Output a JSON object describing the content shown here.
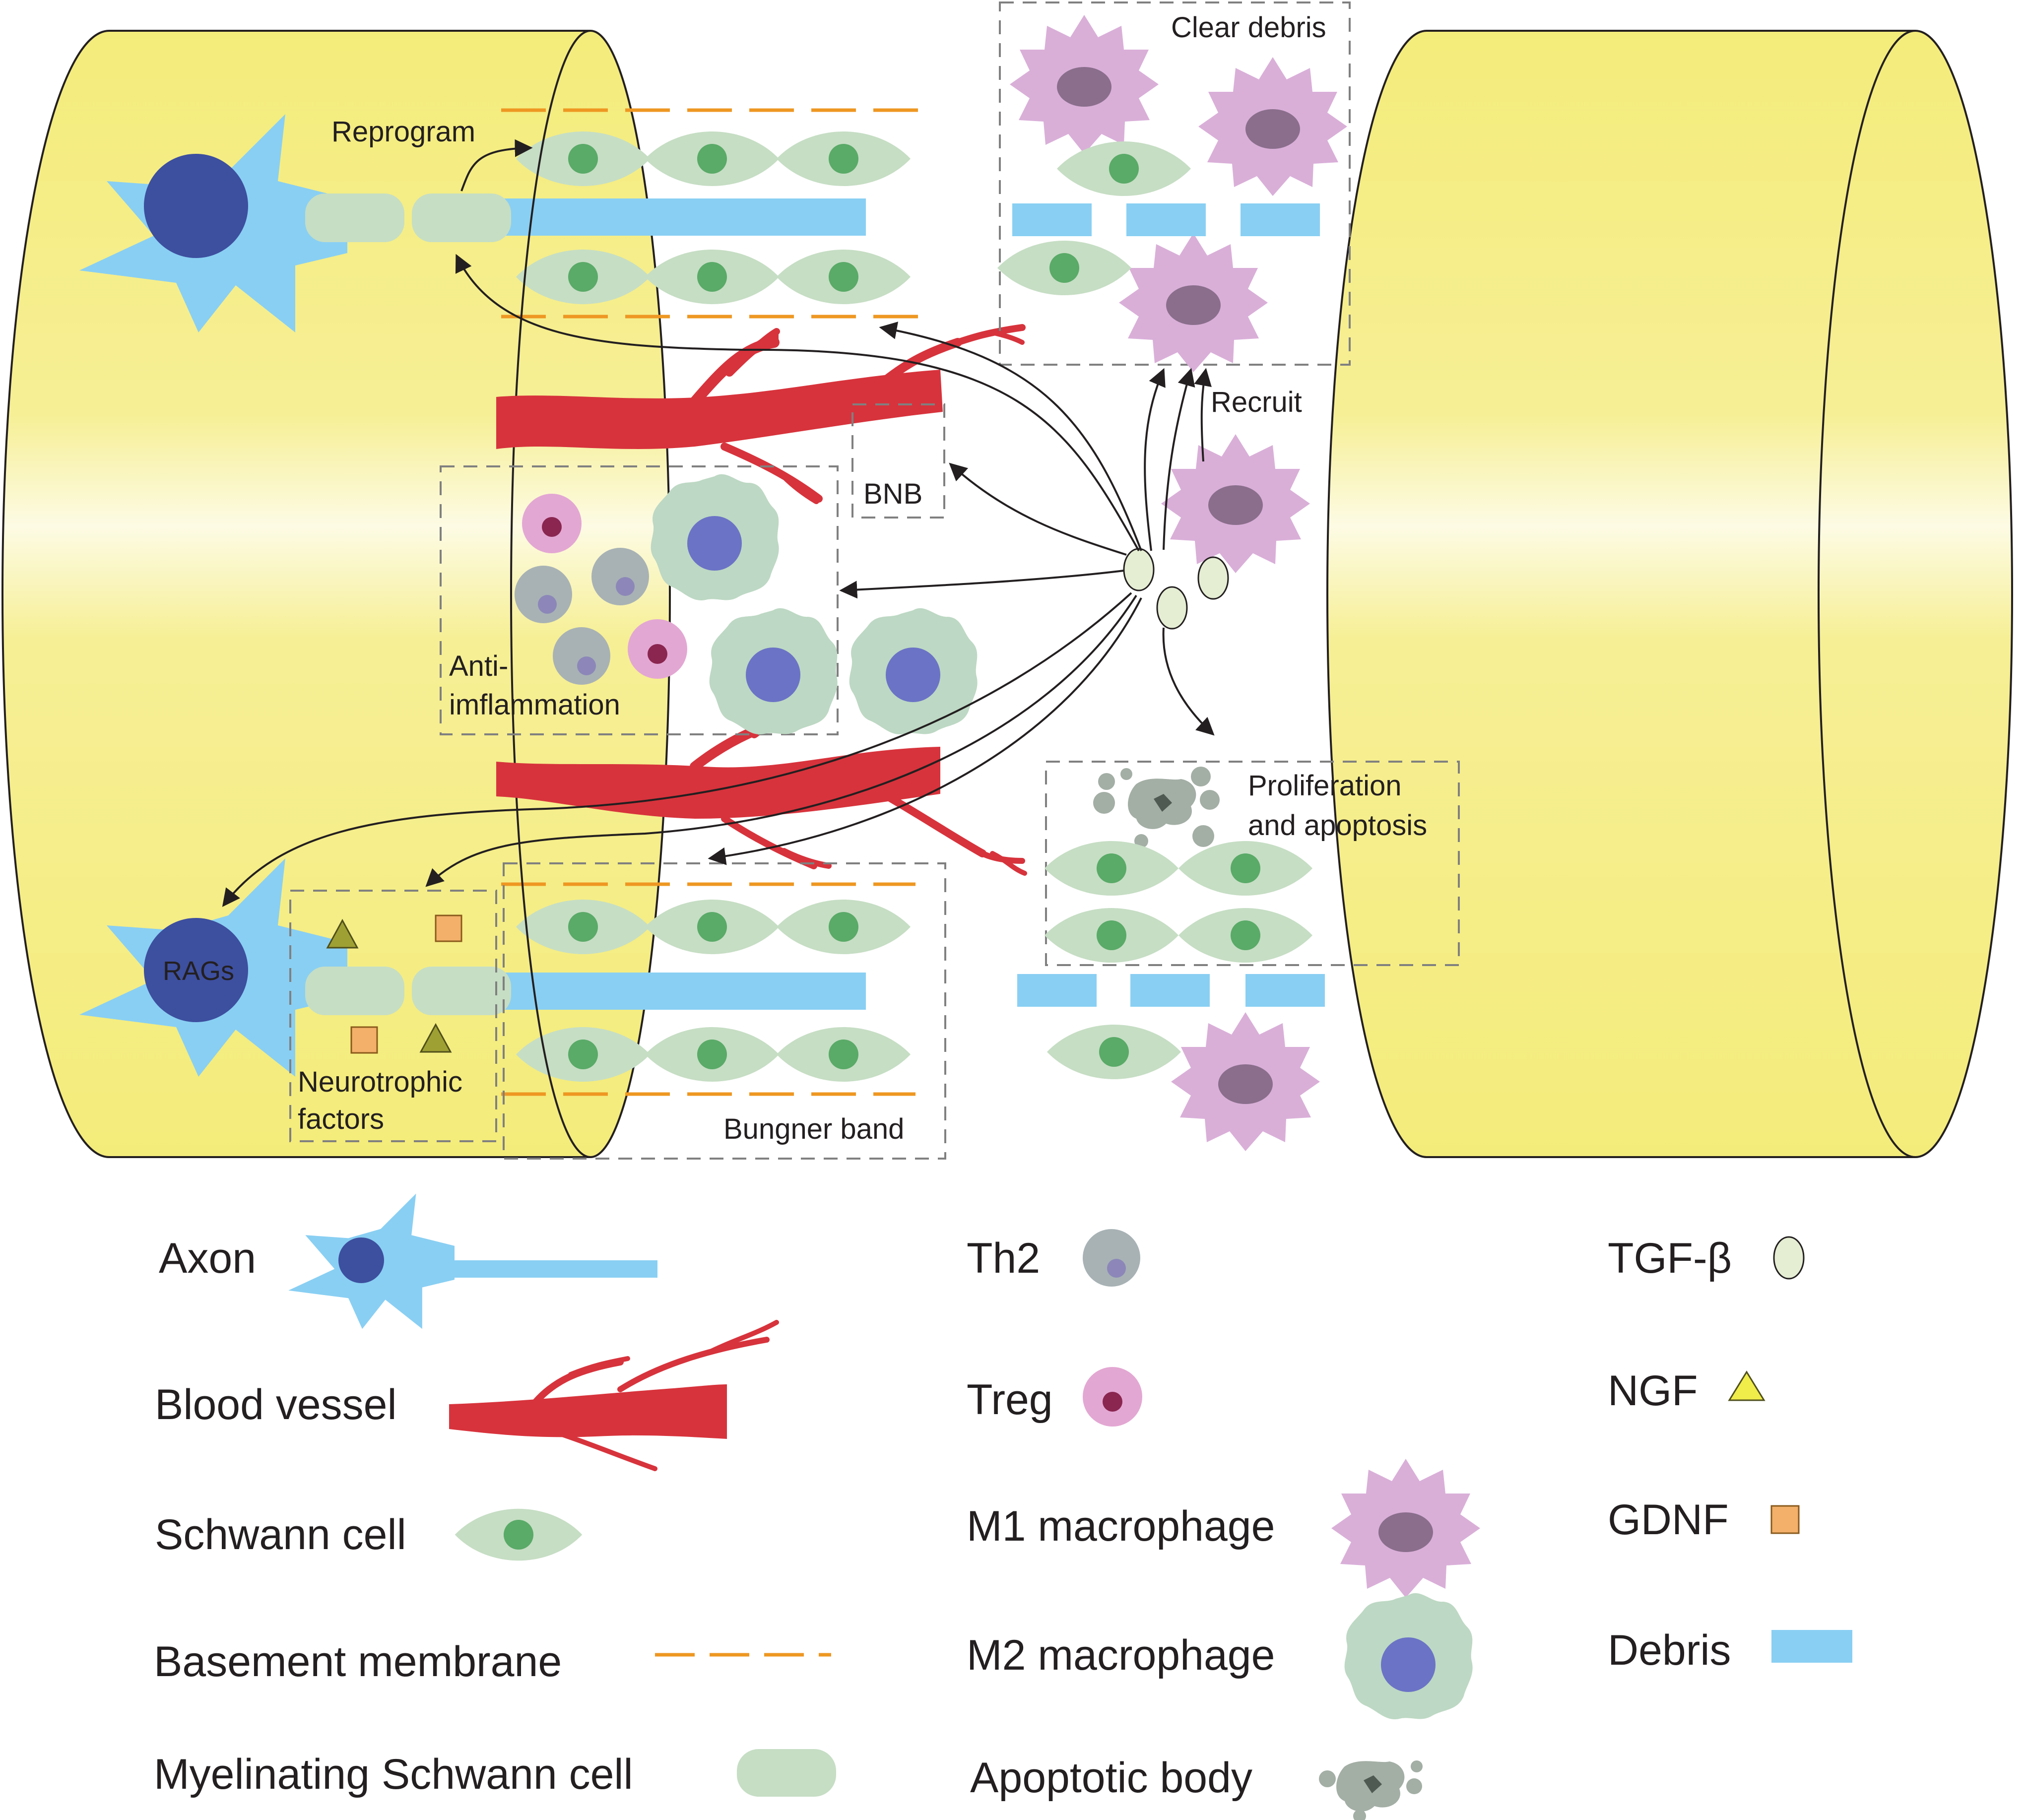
{
  "labels": {
    "reprogram": "Reprogram",
    "clear_debris": "Clear debris",
    "recruit": "Recruit",
    "bnb": "BNB",
    "anti_line1": "Anti-",
    "anti_line2": "imflammation",
    "prolif_line1": "Proliferation",
    "prolif_line2": "and apoptosis",
    "rags": "RAGs",
    "neuro_line1": "Neurotrophic",
    "neuro_line2": "factors",
    "bungner": "Bungner band"
  },
  "legend": {
    "axon": "Axon",
    "blood_vessel": "Blood vessel",
    "schwann": "Schwann cell",
    "basement": "Basement membrane",
    "myelinating": "Myelinating Schwann cell",
    "th2": "Th2",
    "treg": "Treg",
    "m1": "M1 macrophage",
    "m2": "M2 macrophage",
    "apoptotic": "Apoptotic body",
    "tgf": "TGF-β",
    "ngf": "NGF",
    "gdnf": "GDNF",
    "debris": "Debris"
  },
  "colors": {
    "nerve_yellow": "#f4ec7a",
    "axon_blue": "#89cff3",
    "nucleus_dark_blue": "#3d4f9f",
    "schwann_body": "#c6dec4",
    "schwann_nucleus": "#5aaa68",
    "vessel_red": "#d7333c",
    "basement_orange": "#ee9722",
    "m1_purple": "#d9afd8",
    "m2_green": "#bdd8c4",
    "m2_nucleus": "#6b73c6",
    "treg_pink": "#e3a7d3",
    "th2_gray": "#a8b2b5",
    "ngf_olive": "#9fa033",
    "gdnf_orange": "#f3b06a",
    "tgf_fill": "#e5eed3"
  }
}
